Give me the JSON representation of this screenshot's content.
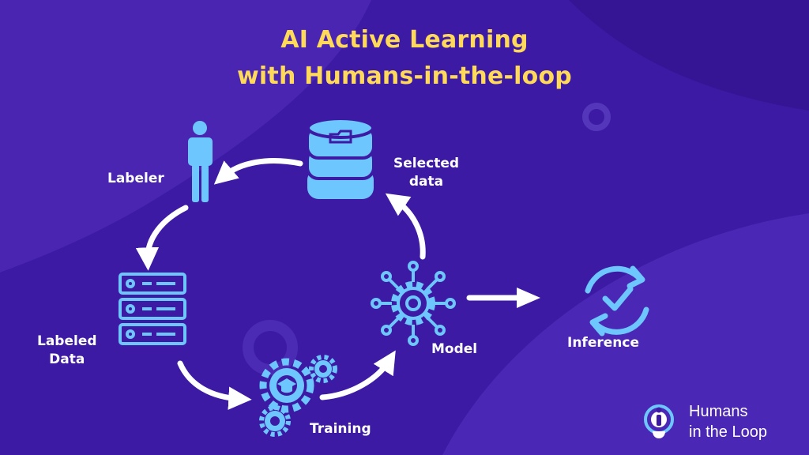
{
  "title": {
    "line1": "AI Active Learning",
    "line2": "with Humans-in-the-loop"
  },
  "nodes": {
    "labeler": "Labeler",
    "selected_data": [
      "Selected",
      "data"
    ],
    "labeled_data": [
      "Labeled",
      "Data"
    ],
    "training": "Training",
    "model": "Model",
    "inference": "Inference"
  },
  "brand": {
    "line1": "Humans",
    "line2": "in the Loop"
  },
  "icons": {
    "labeler": "person-icon",
    "selected_data": "database-icon",
    "labeled_data": "server-stack-icon",
    "training": "gears-graduation-cap-icon",
    "model": "gear-network-icon",
    "inference": "refresh-check-icon",
    "brand": "info-person-logo"
  },
  "colors": {
    "background": "#3d1aa4",
    "title": "#ffd95a",
    "icon": "#6ec6ff",
    "arrow": "#ffffff",
    "text": "#ffffff"
  }
}
